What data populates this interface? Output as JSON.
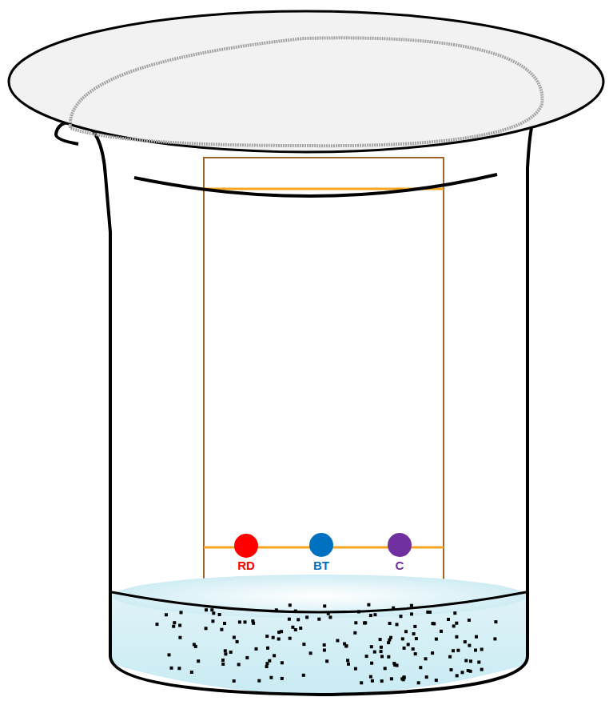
{
  "diagram": {
    "labels": [
      "RD",
      "BT",
      "C"
    ]
  }
}
